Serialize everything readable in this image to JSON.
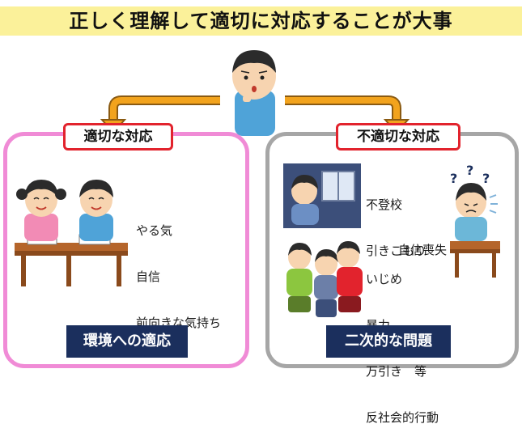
{
  "title": "正しく理解して適切に対応することが大事",
  "left": {
    "label": "適切な対応",
    "effects": [
      "やる気",
      "自信",
      "前向きな気持ち"
    ],
    "footer": "環境への適応"
  },
  "right": {
    "label": "不適切な対応",
    "group1": [
      "不登校",
      "引きこもり"
    ],
    "group2": [
      "自信喪失"
    ],
    "group3": [
      "いじめ",
      "暴力",
      "万引き　等",
      "反社会的行動"
    ],
    "footer": "二次的な問題"
  },
  "colors": {
    "title_band": "#fbf19a",
    "left_border": "#f08bd6",
    "right_border": "#a6a6a6",
    "label_border": "#e2232d",
    "footer_bg": "#1b2f5d",
    "arrow": "#f2a31d"
  }
}
